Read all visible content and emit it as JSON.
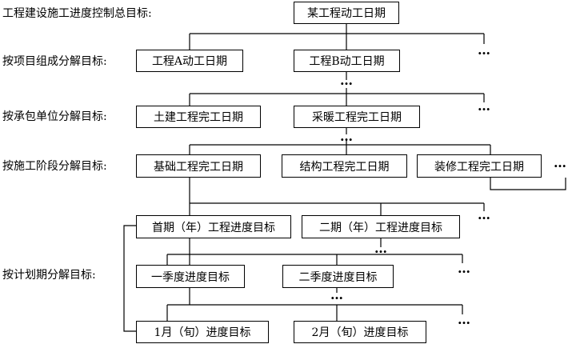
{
  "labels": {
    "total": "工程建设施工进度控制总目标:",
    "by_project": "按项目组成分解目标:",
    "by_contractor": "按承包单位分解目标:",
    "by_phase": "按施工阶段分解目标:",
    "by_plan": "按计划期分解目标:"
  },
  "nodes": {
    "root": "某工程动工日期",
    "project_a": "工程A动工日期",
    "project_b": "工程B动工日期",
    "civil": "土建工程完工日期",
    "heating": "采暖工程完工日期",
    "foundation": "基础工程完工日期",
    "structure": "结构工程完工日期",
    "decoration": "装修工程完工日期",
    "first_year": "首期（年）工程进度目标",
    "second_year": "二期（年）工程进度目标",
    "q1": "一季度进度目标",
    "q2": "二季度进度目标",
    "m1": "1月（旬）进度目标",
    "m2": "2月（旬）进度目标"
  },
  "ellipsis": "…"
}
